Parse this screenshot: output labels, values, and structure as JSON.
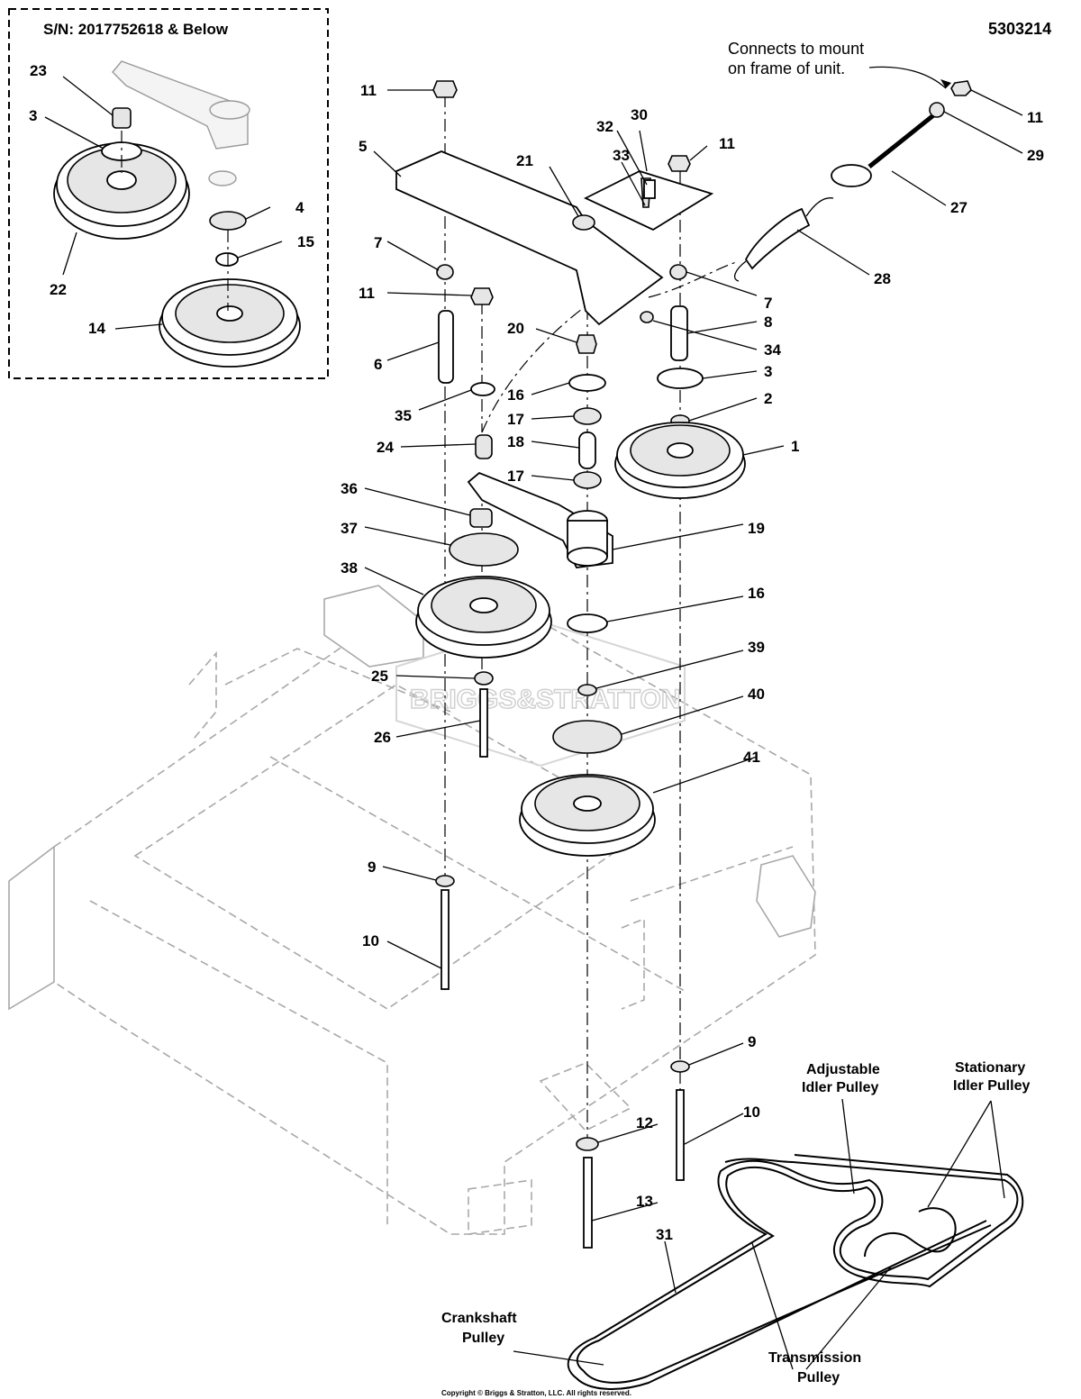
{
  "diagram_id": "5303214",
  "inset_title": "S/N: 2017752618 & Below",
  "note": {
    "line1": "Connects to mount",
    "line2": "on frame of unit."
  },
  "watermark": "BRIGGS&STRATTON",
  "copyright": "Copyright © Briggs & Stratton, LLC. All rights reserved.",
  "callouts": {
    "c1": "1",
    "c2": "2",
    "c3a": "3",
    "c3b": "3",
    "c4": "4",
    "c5": "5",
    "c6": "6",
    "c7a": "7",
    "c7b": "7",
    "c8": "8",
    "c9a": "9",
    "c9b": "9",
    "c10a": "10",
    "c10b": "10",
    "c11a": "11",
    "c11b": "11",
    "c11c": "11",
    "c11d": "11",
    "c12": "12",
    "c13": "13",
    "c14": "14",
    "c15": "15",
    "c16a": "16",
    "c16b": "16",
    "c17a": "17",
    "c17b": "17",
    "c18": "18",
    "c19": "19",
    "c20": "20",
    "c21": "21",
    "c22": "22",
    "c23": "23",
    "c24": "24",
    "c25": "25",
    "c26": "26",
    "c27": "27",
    "c28": "28",
    "c29": "29",
    "c30": "30",
    "c31": "31",
    "c32": "32",
    "c33": "33",
    "c34": "34",
    "c35": "35",
    "c36": "36",
    "c37": "37",
    "c38": "38",
    "c39": "39",
    "c40": "40",
    "c41": "41"
  },
  "belt_labels": {
    "adjustable_l1": "Adjustable",
    "adjustable_l2": "Idler Pulley",
    "stationary_l1": "Stationary",
    "stationary_l2": "Idler Pulley",
    "crank_l1": "Crankshaft",
    "crank_l2": "Pulley",
    "trans_l1": "Transmission",
    "trans_l2": "Pulley"
  }
}
